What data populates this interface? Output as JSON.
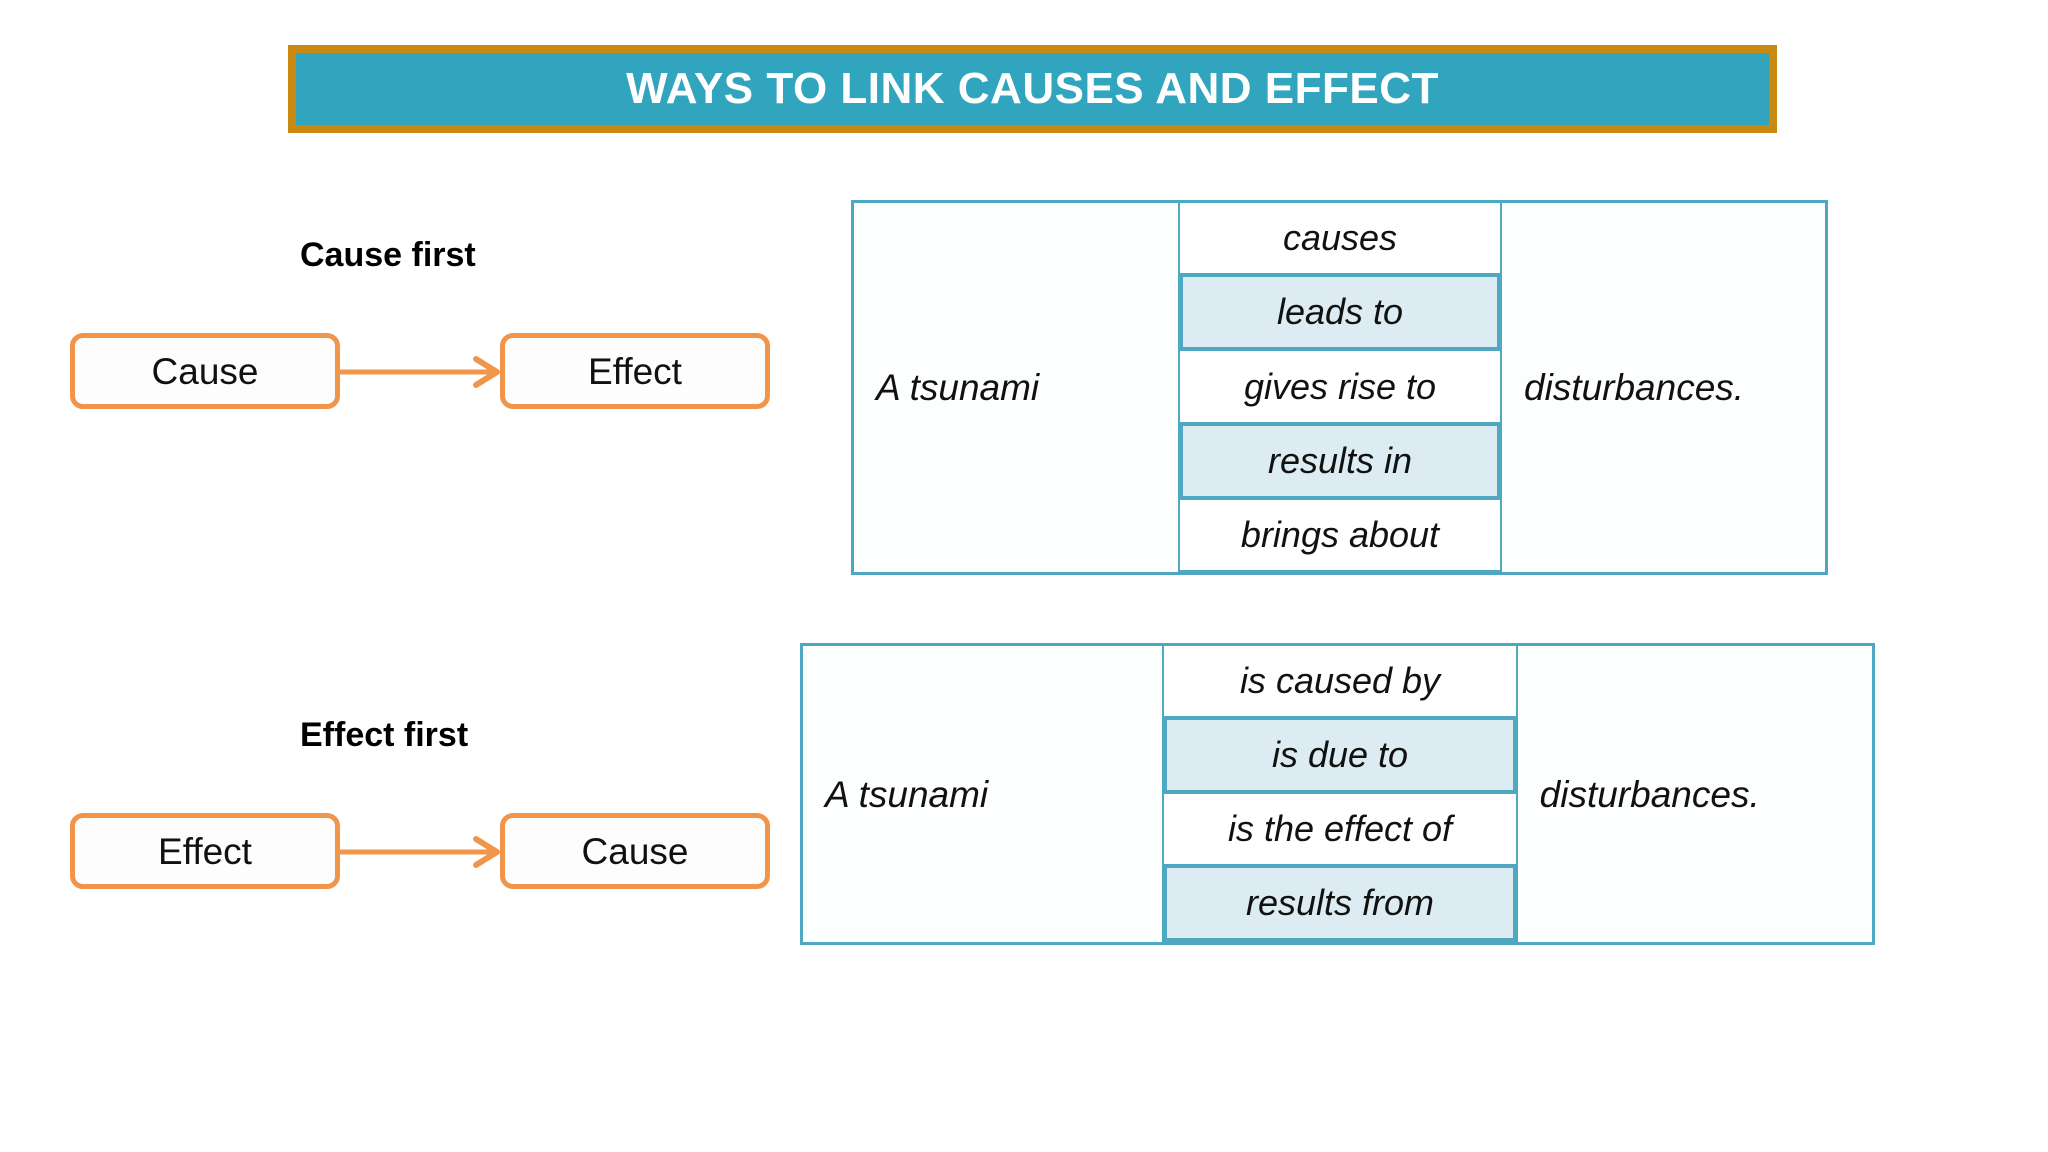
{
  "title": {
    "text": "Ways to link causes and effect",
    "banner_fill": "#31a5bd",
    "banner_border": "#ca8a12",
    "text_color": "#ffffff"
  },
  "sections": [
    {
      "heading": "Cause first",
      "flow": {
        "from_label": "Cause",
        "to_label": "Effect",
        "arrow": "right-arrow-icon",
        "box_border_color": "#f0954a"
      },
      "table": {
        "subject": "A tsunami",
        "object": "disturbances.",
        "linkers": [
          {
            "text": "causes",
            "shaded": false
          },
          {
            "text": "leads to",
            "shaded": true
          },
          {
            "text": "gives rise to",
            "shaded": false
          },
          {
            "text": "results in",
            "shaded": true
          },
          {
            "text": "brings about",
            "shaded": false
          }
        ],
        "border_color": "#4fa8c1",
        "shade_color": "#dcecf2"
      }
    },
    {
      "heading": "Effect first",
      "flow": {
        "from_label": "Effect",
        "to_label": "Cause",
        "arrow": "right-arrow-icon",
        "box_border_color": "#f0954a"
      },
      "table": {
        "subject": "A tsunami",
        "object": "disturbances.",
        "linkers": [
          {
            "text": "is caused by",
            "shaded": false
          },
          {
            "text": "is due to",
            "shaded": true
          },
          {
            "text": "is the effect of",
            "shaded": false
          },
          {
            "text": "results from",
            "shaded": true
          }
        ],
        "border_color": "#4fa8c1",
        "shade_color": "#dcecf2"
      }
    }
  ]
}
